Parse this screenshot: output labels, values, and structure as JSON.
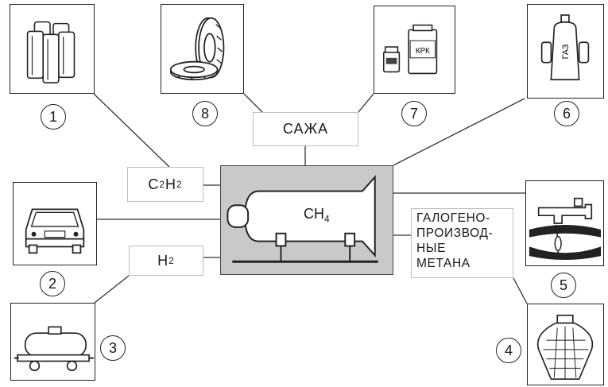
{
  "center": {
    "formula": "CH",
    "subscript": "4"
  },
  "labels": {
    "soot": "САЖА",
    "acetylene": {
      "base": "C",
      "s1": "2",
      "mid": "H",
      "s2": "2"
    },
    "hydrogen": {
      "base": "H",
      "s1": "2"
    },
    "halogen_lines": [
      "ГАЛОГЕНО-",
      "ПРОИЗВОД-",
      "НЫЕ",
      "МЕТАНА"
    ]
  },
  "numbers": [
    "1",
    "2",
    "3",
    "4",
    "5",
    "6",
    "7",
    "8"
  ],
  "picture_texts": {
    "fertilizer": "КРК",
    "gas_cylinder": "ГАЗ"
  },
  "icons": [
    "cylinders-bundle-icon",
    "car-icon",
    "tank-wagon-icon",
    "demijohn-bottle-icon",
    "faucet-water-icon",
    "gas-cylinder-icon",
    "fertilizer-cans-icon",
    "tires-icon"
  ]
}
